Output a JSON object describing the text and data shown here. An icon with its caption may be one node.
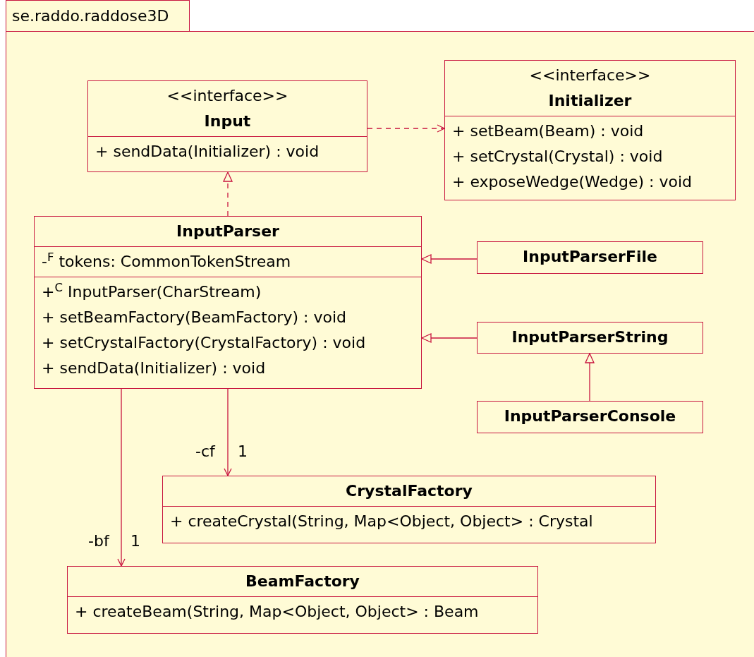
{
  "diagram": {
    "nodes": [
      {
        "text": [
          "se.raddo.raddose3D"
        ]
      },
      {
        "text": [
          "<<interface>>",
          "Input",
          "+ sendData(Initializer) : void"
        ],
        "in": 0
      },
      {
        "text": [
          "<<interface>>",
          "Initializer",
          "+ setBeam(Beam) : void",
          "+ setCrystal(Crystal) : void",
          "+ exposeWedge(Wedge) : void"
        ],
        "in": 0
      },
      {
        "text": [
          "InputParser",
          "-$^{F}$ tokens: CommonTokenStream",
          "+$^{C}$ InputParser(CharStream)",
          "+ setBeamFactory(BeamFactory) : void",
          "+ setCrystalFactory(CrystalFactory) : void",
          "+ sendData(Initializer) : void"
        ],
        "in": 0
      },
      {
        "text": [
          "InputParserFile"
        ],
        "in": 0
      },
      {
        "text": [
          "InputParserString"
        ],
        "in": 0
      },
      {
        "text": [
          "InputParserConsole"
        ],
        "in": 0
      },
      {
        "text": [
          "CrystalFactory",
          "+ createCrystal(String, Map<Object, Object> : Crystal"
        ],
        "in": 0
      },
      {
        "text": [
          "BeamFactory",
          "+ createBeam(String, Map<Object, Object> : Beam"
        ],
        "in": 0
      }
    ],
    "edges": [
      {
        "from": 1,
        "to": 2,
        "arrow": "to",
        "style": "dashed"
      },
      {
        "from": 3,
        "to": 1,
        "arrow": "to",
        "style": "dashed"
      },
      {
        "from": 4,
        "to": 3,
        "arrow": "to"
      },
      {
        "from": 5,
        "to": 3,
        "arrow": "to"
      },
      {
        "from": 6,
        "to": 5,
        "arrow": "to"
      },
      {
        "from": 3,
        "to": 7,
        "arrow": "to",
        "label": "-cf"
      },
      {
        "from": 3,
        "to": 8,
        "arrow": "to",
        "label": "-bf"
      }
    ],
    "labels": [
      "1",
      "1"
    ]
  }
}
